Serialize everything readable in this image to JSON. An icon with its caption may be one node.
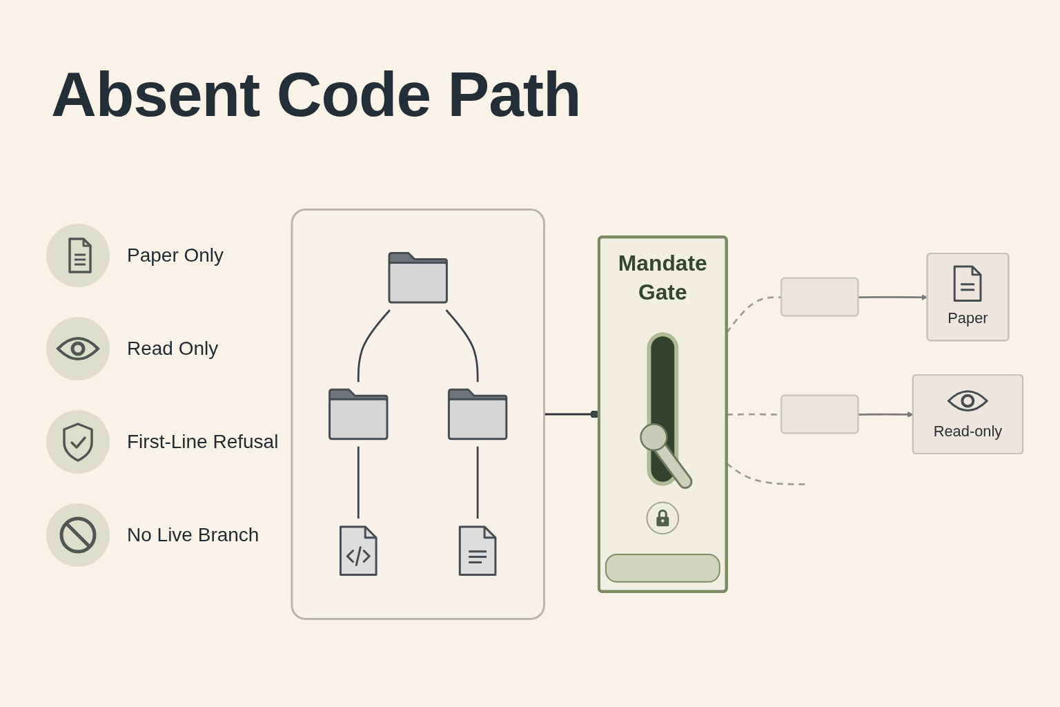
{
  "diagram": {
    "title": "Absent Code Path",
    "nodes": [
      {
        "text": [],
        "shape": "box"
      },
      {
        "text": [],
        "shape": "folder",
        "in": 0
      },
      {
        "text": [],
        "shape": "folder",
        "in": 0
      },
      {
        "text": [],
        "shape": "folder",
        "in": 0
      },
      {
        "text": [],
        "shape": "document",
        "in": 0
      },
      {
        "text": [],
        "shape": "document",
        "in": 0
      },
      {
        "text": [
          "Mandate Gate"
        ]
      },
      {
        "text": [],
        "shape": "box"
      },
      {
        "text": [
          "Paper"
        ]
      },
      {
        "text": [],
        "shape": "box"
      },
      {
        "text": [
          "Read-only"
        ]
      }
    ],
    "edges": [
      {
        "from": 1,
        "to": 2,
        "arrow": "none"
      },
      {
        "from": 1,
        "to": 3,
        "arrow": "none"
      },
      {
        "from": 2,
        "to": 4,
        "arrow": "none"
      },
      {
        "from": 3,
        "to": 5,
        "arrow": "none"
      },
      {
        "from": 0,
        "to": 6,
        "arrow": "other",
        "color": "#2b3338"
      },
      {
        "from": 6,
        "to": 7,
        "arrow": "none",
        "style": "dashed",
        "color": "#a09d97"
      },
      {
        "from": 7,
        "to": 8,
        "arrow": "to",
        "color": "#7a7a7a"
      },
      {
        "from": 6,
        "to": 9,
        "arrow": "none",
        "style": "dashed",
        "color": "#a09d97"
      },
      {
        "from": 9,
        "to": 10,
        "arrow": "to",
        "color": "#7a7a7a"
      },
      {
        "from": 6,
        "to": null,
        "arrow": "none",
        "style": "dashed",
        "color": "#a09d97"
      }
    ],
    "labels": [
      "Paper Only",
      "Read Only",
      "First-Line Refusal",
      "No Live Branch"
    ]
  }
}
